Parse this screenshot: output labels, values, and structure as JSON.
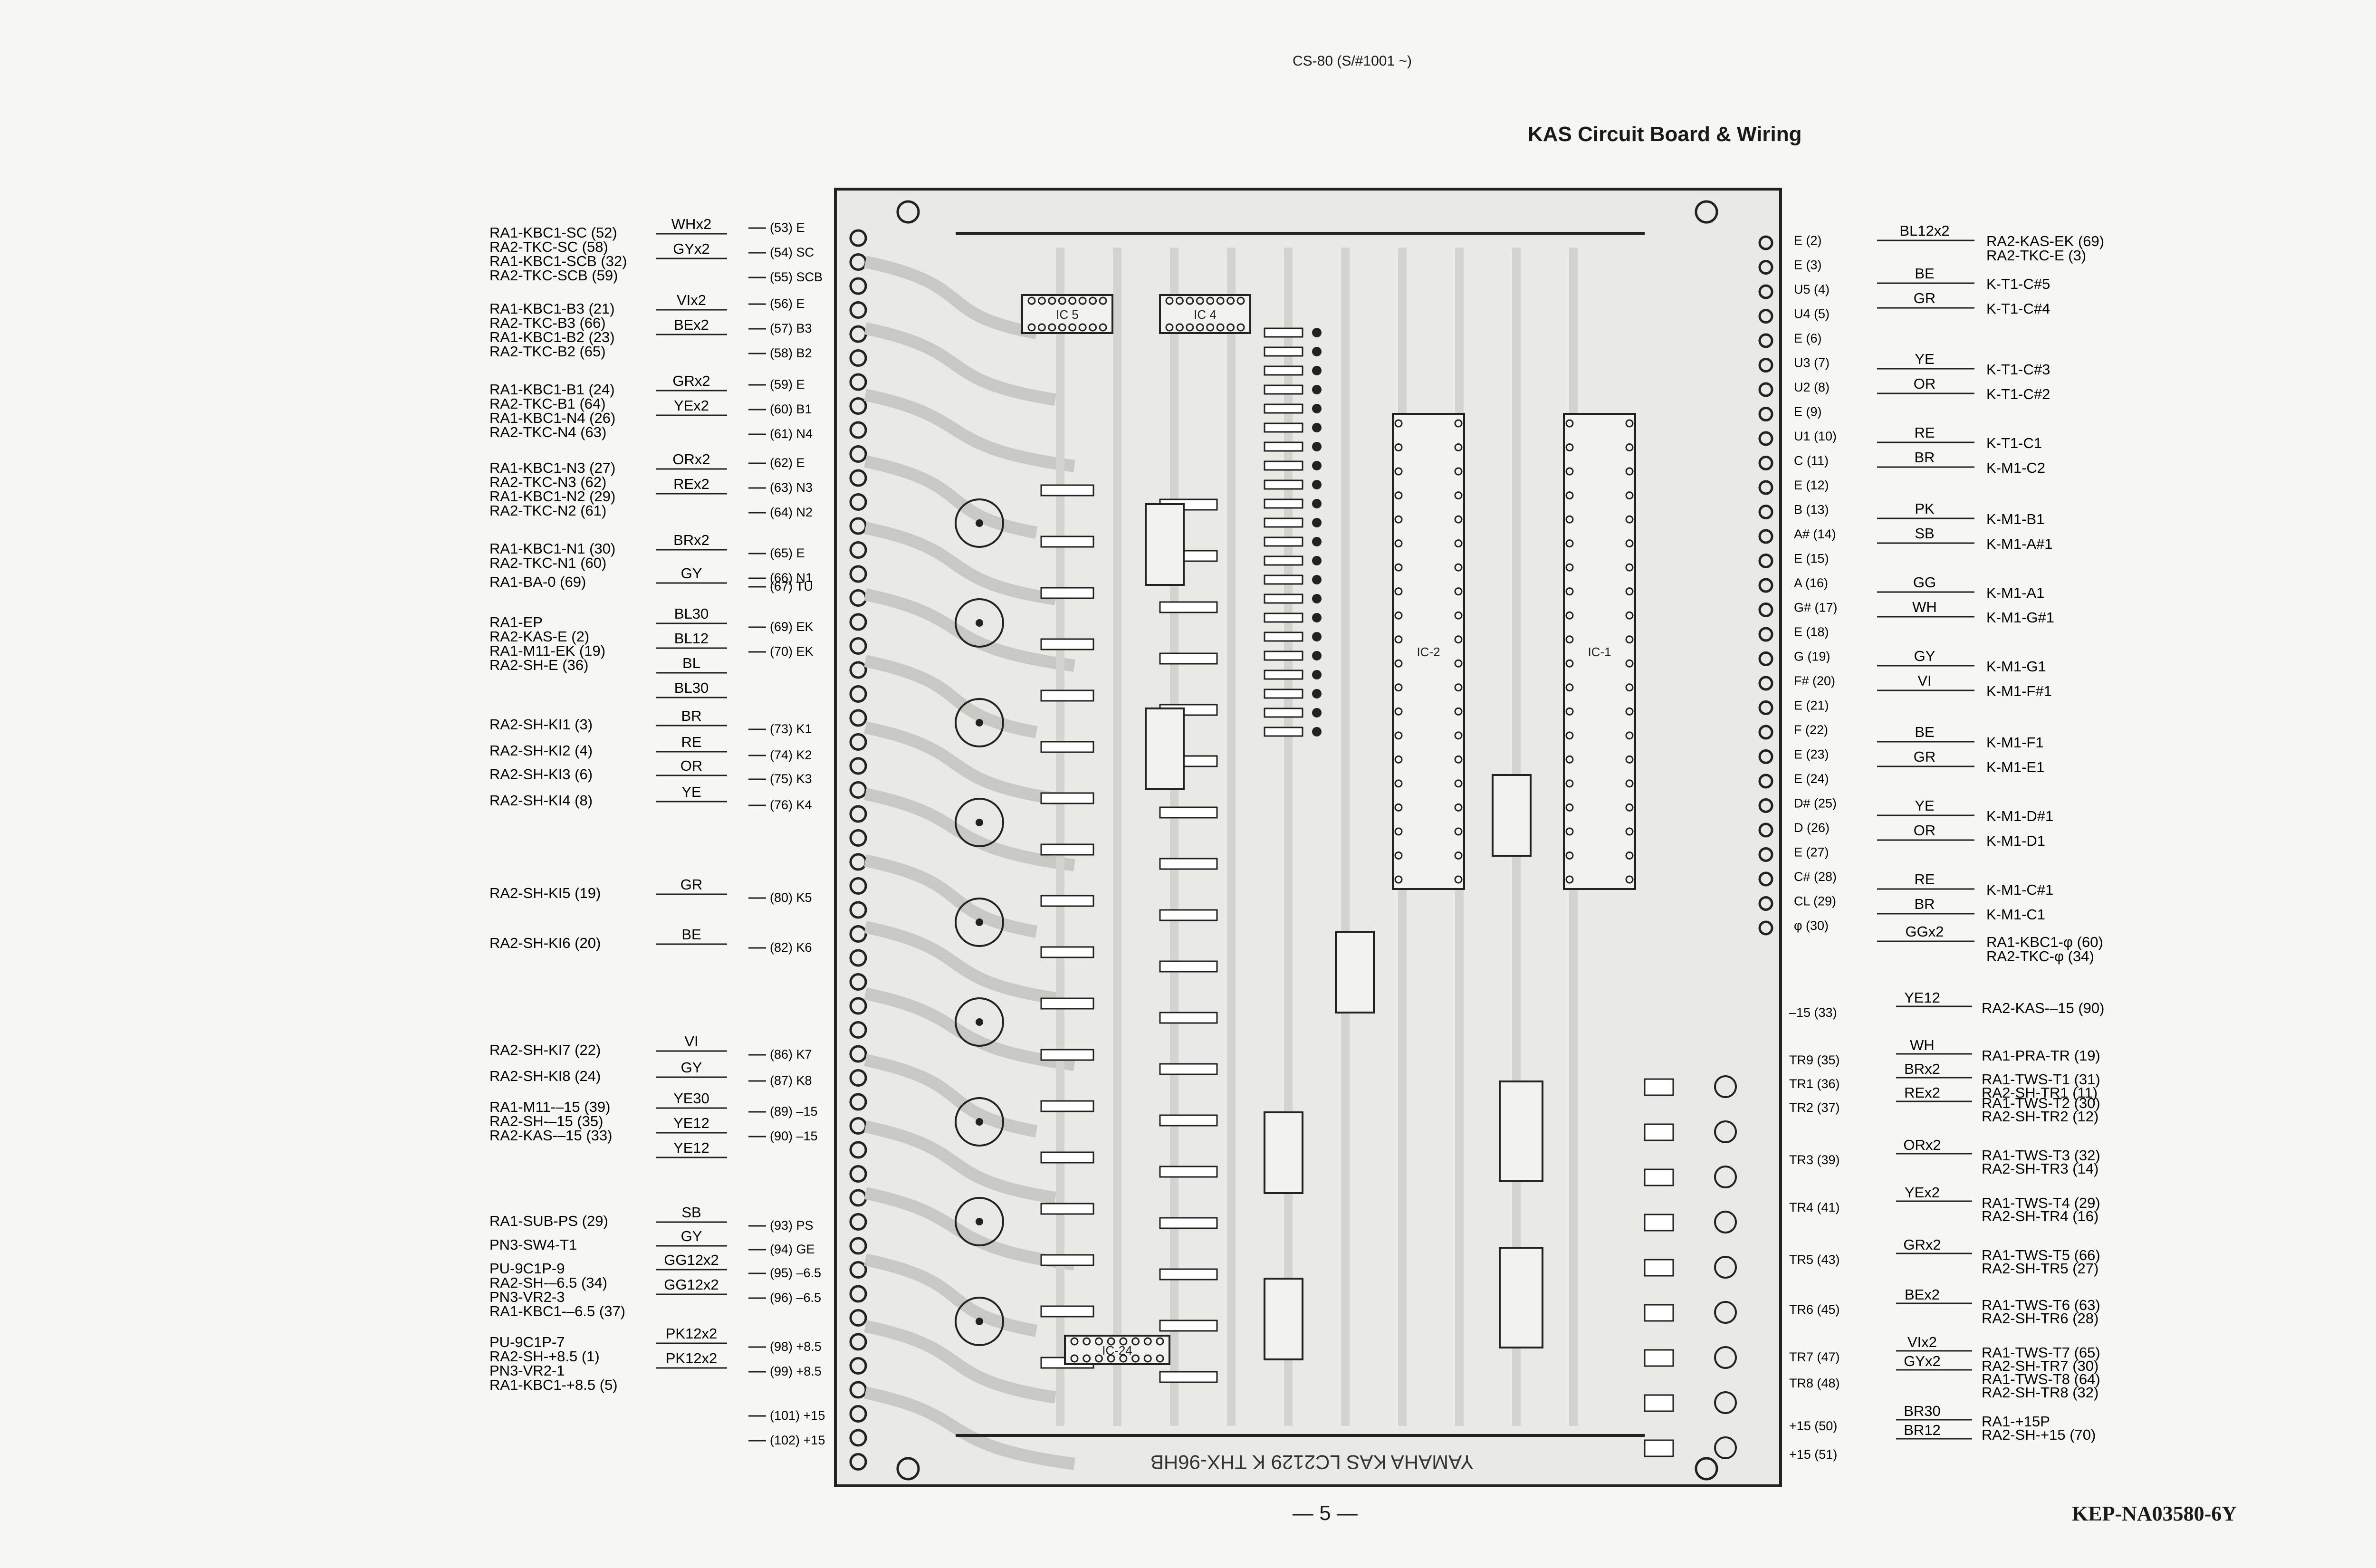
{
  "header": {
    "model": "CS-80 (S/#1001 ~)",
    "title": "KAS Circuit Board & Wiring"
  },
  "footer": {
    "page_number": "— 5 —",
    "part_number": "KEP-NA03580-6Y"
  },
  "board": {
    "silkscreen": "YAMAHA    KAS   LC2129  K THX-96HB",
    "chips": [
      "IC 5",
      "IC 4",
      "IC-2",
      "IC-1",
      "IC-24"
    ]
  },
  "left_groups": [
    {
      "labels": [
        "RA1-KBC1-SC (52)",
        "RA2-TKC-SC (58)",
        "RA1-KBC1-SCB (32)",
        "RA2-TKC-SCB (59)"
      ],
      "wires": [
        "WHx2",
        "GYx2"
      ],
      "pins": [
        "(53) E",
        "(54) SC",
        "(55) SCB"
      ]
    },
    {
      "labels": [
        "RA1-KBC1-B3 (21)",
        "RA2-TKC-B3 (66)",
        "RA1-KBC1-B2 (23)",
        "RA2-TKC-B2 (65)"
      ],
      "wires": [
        "VIx2",
        "BEx2"
      ],
      "pins": [
        "(56) E",
        "(57) B3",
        "(58) B2"
      ]
    },
    {
      "labels": [
        "RA1-KBC1-B1 (24)",
        "RA2-TKC-B1 (64)",
        "RA1-KBC1-N4 (26)",
        "RA2-TKC-N4 (63)"
      ],
      "wires": [
        "GRx2",
        "YEx2"
      ],
      "pins": [
        "(59) E",
        "(60) B1",
        "(61) N4"
      ]
    },
    {
      "labels": [
        "RA1-KBC1-N3 (27)",
        "RA2-TKC-N3 (62)",
        "RA1-KBC1-N2 (29)",
        "RA2-TKC-N2 (61)"
      ],
      "wires": [
        "ORx2",
        "REx2"
      ],
      "pins": [
        "(62) E",
        "(63) N3",
        "(64) N2"
      ]
    },
    {
      "labels": [
        "RA1-KBC1-N1 (30)",
        "RA2-TKC-N1 (60)"
      ],
      "wires": [
        "BRx2"
      ],
      "pins": [
        "(65) E",
        "(66) N1"
      ]
    },
    {
      "labels": [
        "RA1-BA-0 (69)"
      ],
      "wires": [
        "GY"
      ],
      "pins": [
        "(67) TU"
      ]
    },
    {
      "labels": [
        "RA1-EP",
        "RA2-KAS-E (2)",
        "RA1-M11-EK (19)",
        "RA2-SH-E (36)"
      ],
      "wires": [
        "BL30",
        "BL12",
        "BL",
        "BL30"
      ],
      "pins": [
        "(69) EK",
        "(70) EK"
      ]
    },
    {
      "labels": [
        "RA2-SH-KI1 (3)"
      ],
      "wires": [
        "BR"
      ],
      "pins": [
        "(73) K1"
      ]
    },
    {
      "labels": [
        "RA2-SH-KI2 (4)"
      ],
      "wires": [
        "RE"
      ],
      "pins": [
        "(74) K2"
      ]
    },
    {
      "labels": [
        "RA2-SH-KI3 (6)"
      ],
      "wires": [
        "OR"
      ],
      "pins": [
        "(75) K3"
      ]
    },
    {
      "labels": [
        "RA2-SH-KI4 (8)"
      ],
      "wires": [
        "YE"
      ],
      "pins": [
        "(76) K4"
      ]
    },
    {
      "labels": [
        "RA2-SH-KI5 (19)"
      ],
      "wires": [
        "GR"
      ],
      "pins": [
        "(80) K5"
      ]
    },
    {
      "labels": [
        "RA2-SH-KI6 (20)"
      ],
      "wires": [
        "BE"
      ],
      "pins": [
        "(82) K6"
      ]
    },
    {
      "labels": [
        "RA2-SH-KI7 (22)"
      ],
      "wires": [
        "VI"
      ],
      "pins": [
        "(86) K7"
      ]
    },
    {
      "labels": [
        "RA2-SH-KI8 (24)"
      ],
      "wires": [
        "GY"
      ],
      "pins": [
        "(87) K8"
      ]
    },
    {
      "labels": [
        "RA1-M11-–15 (39)",
        "RA2-SH-–15 (35)",
        "RA2-KAS-–15 (33)"
      ],
      "wires": [
        "YE30",
        "YE12",
        "YE12"
      ],
      "pins": [
        "(89) –15",
        "(90) –15"
      ]
    },
    {
      "labels": [
        "RA1-SUB-PS (29)"
      ],
      "wires": [
        "SB"
      ],
      "pins": [
        "(93) PS"
      ]
    },
    {
      "labels": [
        "PN3-SW4-T1"
      ],
      "wires": [
        "GY"
      ],
      "pins": [
        "(94) GE"
      ]
    },
    {
      "labels": [
        "PU-9C1P-9",
        "RA2-SH-–6.5 (34)",
        "PN3-VR2-3",
        "RA1-KBC1-–6.5 (37)"
      ],
      "wires": [
        "GG12x2",
        "GG12x2"
      ],
      "pins": [
        "(95) –6.5",
        "(96) –6.5"
      ]
    },
    {
      "labels": [
        "PU-9C1P-7",
        "RA2-SH-+8.5 (1)",
        "PN3-VR2-1",
        "RA1-KBC1-+8.5 (5)"
      ],
      "wires": [
        "PK12x2",
        "PK12x2"
      ],
      "pins": [
        "(98) +8.5",
        "(99) +8.5"
      ]
    },
    {
      "labels": [],
      "wires": [],
      "pins": [
        "(101) +15",
        "(102) +15"
      ]
    }
  ],
  "right_pins": [
    "E (2)",
    "E (3)",
    "U5 (4)",
    "U4 (5)",
    "E (6)",
    "U3 (7)",
    "U2 (8)",
    "E (9)",
    "U1 (10)",
    "C (11)",
    "E (12)",
    "B (13)",
    "A# (14)",
    "E (15)",
    "A (16)",
    "G# (17)",
    "E (18)",
    "G (19)",
    "F# (20)",
    "E (21)",
    "F (22)",
    "E (23)",
    "E (24)",
    "D# (25)",
    "D (26)",
    "E (27)",
    "C# (28)",
    "CL (29)",
    "φ (30)"
  ],
  "right_groups": [
    {
      "wires": [
        "BL12x2"
      ],
      "labels": [
        "RA2-KAS-EK (69)",
        "RA2-TKC-E (3)"
      ]
    },
    {
      "wires": [
        "BE",
        "GR"
      ],
      "labels": [
        "K-T1-C#5",
        "K-T1-C#4"
      ]
    },
    {
      "wires": [
        "YE",
        "OR"
      ],
      "labels": [
        "K-T1-C#3",
        "K-T1-C#2"
      ]
    },
    {
      "wires": [
        "RE",
        "BR"
      ],
      "labels": [
        "K-T1-C1",
        "K-M1-C2"
      ]
    },
    {
      "wires": [
        "PK",
        "SB"
      ],
      "labels": [
        "K-M1-B1",
        "K-M1-A#1"
      ]
    },
    {
      "wires": [
        "GG",
        "WH"
      ],
      "labels": [
        "K-M1-A1",
        "K-M1-G#1"
      ]
    },
    {
      "wires": [
        "GY",
        "VI"
      ],
      "labels": [
        "K-M1-G1",
        "K-M1-F#1"
      ]
    },
    {
      "wires": [
        "BE",
        "GR"
      ],
      "labels": [
        "K-M1-F1",
        "K-M1-E1"
      ]
    },
    {
      "wires": [
        "YE",
        "OR"
      ],
      "labels": [
        "K-M1-D#1",
        "K-M1-D1"
      ]
    },
    {
      "wires": [
        "RE",
        "BR"
      ],
      "labels": [
        "K-M1-C#1",
        "K-M1-C1"
      ]
    },
    {
      "wires": [
        "GGx2"
      ],
      "labels": [
        "RA1-KBC1-φ (60)",
        "RA2-TKC-φ (34)"
      ]
    }
  ],
  "right_lower": [
    {
      "pin": "–15 (33)",
      "wires": [
        "YE12"
      ],
      "labels": [
        "RA2-KAS-–15 (90)"
      ]
    },
    {
      "pin": "TR9 (35)",
      "wires": [
        "WH"
      ],
      "labels": [
        "RA1-PRA-TR (19)"
      ]
    },
    {
      "pin": "TR1 (36)",
      "wires": [
        "BRx2"
      ],
      "labels": [
        "RA1-TWS-T1 (31)",
        "RA2-SH-TR1 (11)"
      ]
    },
    {
      "pin": "TR2 (37)",
      "wires": [
        "REx2"
      ],
      "labels": [
        "RA1-TWS-T2 (30)",
        "RA2-SH-TR2 (12)"
      ]
    },
    {
      "pin": "TR3 (39)",
      "wires": [
        "ORx2"
      ],
      "labels": [
        "RA1-TWS-T3 (32)",
        "RA2-SH-TR3 (14)"
      ]
    },
    {
      "pin": "TR4 (41)",
      "wires": [
        "YEx2"
      ],
      "labels": [
        "RA1-TWS-T4 (29)",
        "RA2-SH-TR4 (16)"
      ]
    },
    {
      "pin": "TR5 (43)",
      "wires": [
        "GRx2"
      ],
      "labels": [
        "RA1-TWS-T5 (66)",
        "RA2-SH-TR5 (27)"
      ]
    },
    {
      "pin": "TR6 (45)",
      "wires": [
        "BEx2"
      ],
      "labels": [
        "RA1-TWS-T6 (63)",
        "RA2-SH-TR6 (28)"
      ]
    },
    {
      "pin": "TR7 (47)",
      "wires": [
        "VIx2",
        "GYx2"
      ],
      "labels": [
        "RA1-TWS-T7 (65)",
        "RA2-SH-TR7 (30)",
        "RA1-TWS-T8 (64)",
        "RA2-SH-TR8 (32)"
      ]
    },
    {
      "pin": "TR8 (48)",
      "wires": [],
      "labels": []
    },
    {
      "pin": "+15 (50)",
      "wires": [
        "BR30",
        "BR12"
      ],
      "labels": [
        "RA1-+15P",
        "RA2-SH-+15 (70)"
      ]
    },
    {
      "pin": "+15 (51)",
      "wires": [],
      "labels": []
    }
  ]
}
